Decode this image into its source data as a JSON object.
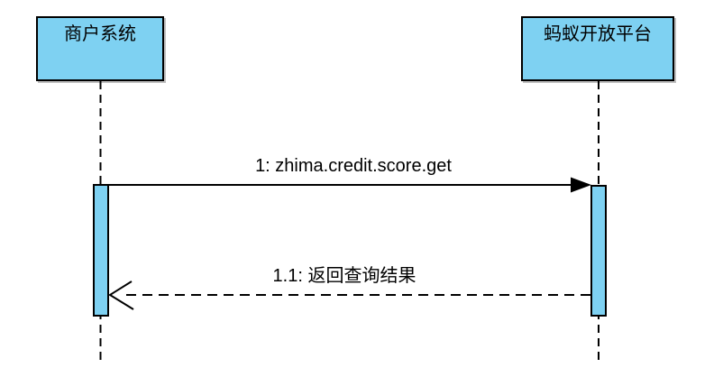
{
  "diagram": {
    "type": "uml-sequence",
    "actors": [
      {
        "id": "merchant-system",
        "label": "商户系统"
      },
      {
        "id": "ant-open-platform",
        "label": "蚂蚁开放平台"
      }
    ],
    "messages": [
      {
        "seq": "1",
        "label": "1: zhima.credit.score.get",
        "from": "merchant-system",
        "to": "ant-open-platform",
        "line_style": "solid",
        "arrowhead": "filled-triangle"
      },
      {
        "seq": "1.1",
        "label": "1.1: 返回查询结果",
        "from": "ant-open-platform",
        "to": "merchant-system",
        "line_style": "dashed",
        "arrowhead": "open"
      }
    ],
    "colors": {
      "actor_fill": "#7ED1F2",
      "line": "#000000",
      "background": "#FFFFFF"
    }
  }
}
